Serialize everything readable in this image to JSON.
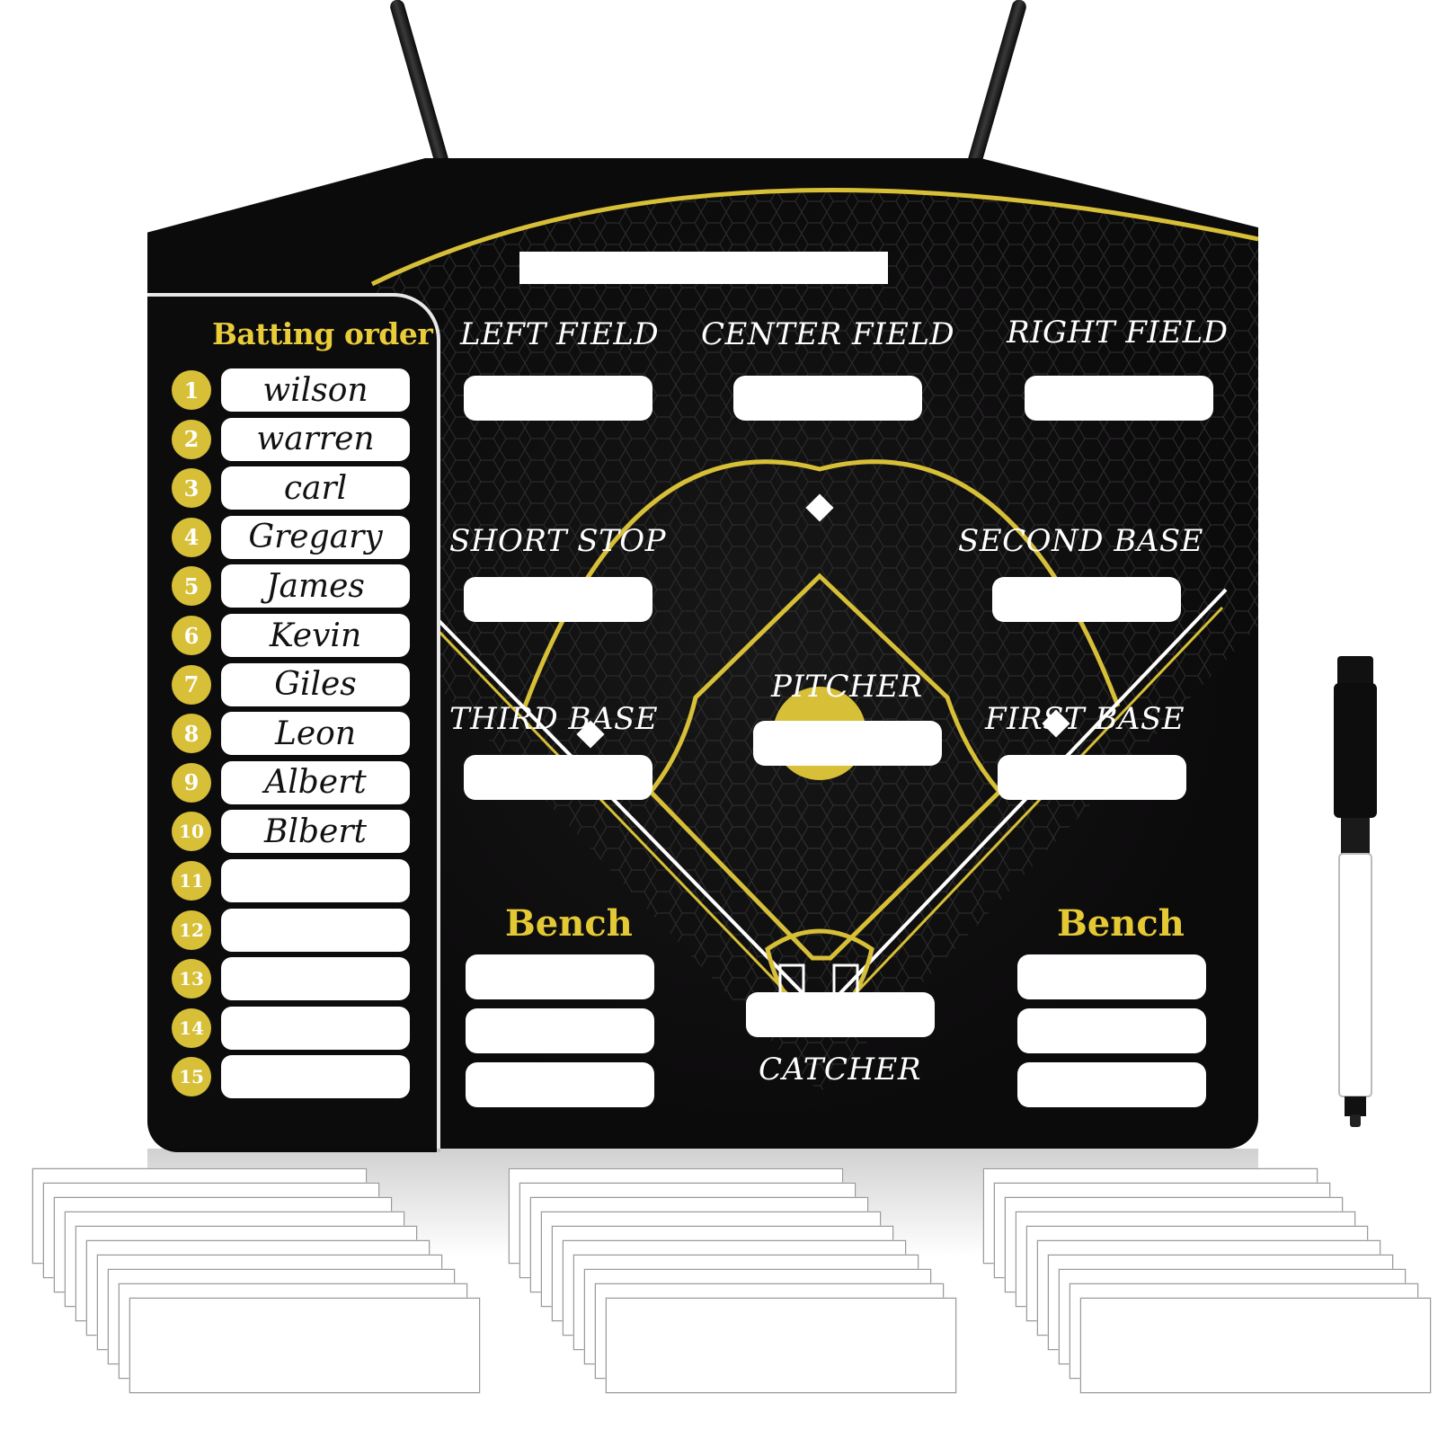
{
  "colors": {
    "board": "#0c0b0c",
    "accent_gold": "#d7bf38",
    "label_white": "#ffffff",
    "slot_white": "#ffffff"
  },
  "batting": {
    "title": "Batting order",
    "rows": [
      {
        "number": "1",
        "name": "wilson"
      },
      {
        "number": "2",
        "name": "warren"
      },
      {
        "number": "3",
        "name": "carl"
      },
      {
        "number": "4",
        "name": "Gregary"
      },
      {
        "number": "5",
        "name": "James"
      },
      {
        "number": "6",
        "name": "Kevin"
      },
      {
        "number": "7",
        "name": "Giles"
      },
      {
        "number": "8",
        "name": "Leon"
      },
      {
        "number": "9",
        "name": "Albert"
      },
      {
        "number": "10",
        "name": "Blbert"
      },
      {
        "number": "11",
        "name": ""
      },
      {
        "number": "12",
        "name": ""
      },
      {
        "number": "13",
        "name": ""
      },
      {
        "number": "14",
        "name": ""
      },
      {
        "number": "15",
        "name": ""
      }
    ]
  },
  "positions": {
    "left_field": "LEFT FIELD",
    "center_field": "CENTER FIELD",
    "right_field": "RIGHT FIELD",
    "short_stop": "SHORT STOP",
    "second_base": "SECOND BASE",
    "pitcher": "PITCHER",
    "third_base": "THIRD BASE",
    "first_base": "FIRST BASE",
    "catcher": "CATCHER"
  },
  "bench": {
    "left_label": "Bench",
    "right_label": "Bench"
  },
  "icons": {
    "hanger": "hanging-strap-icon",
    "marker": "dry-erase-marker-icon",
    "base": "base-diamond-icon"
  }
}
